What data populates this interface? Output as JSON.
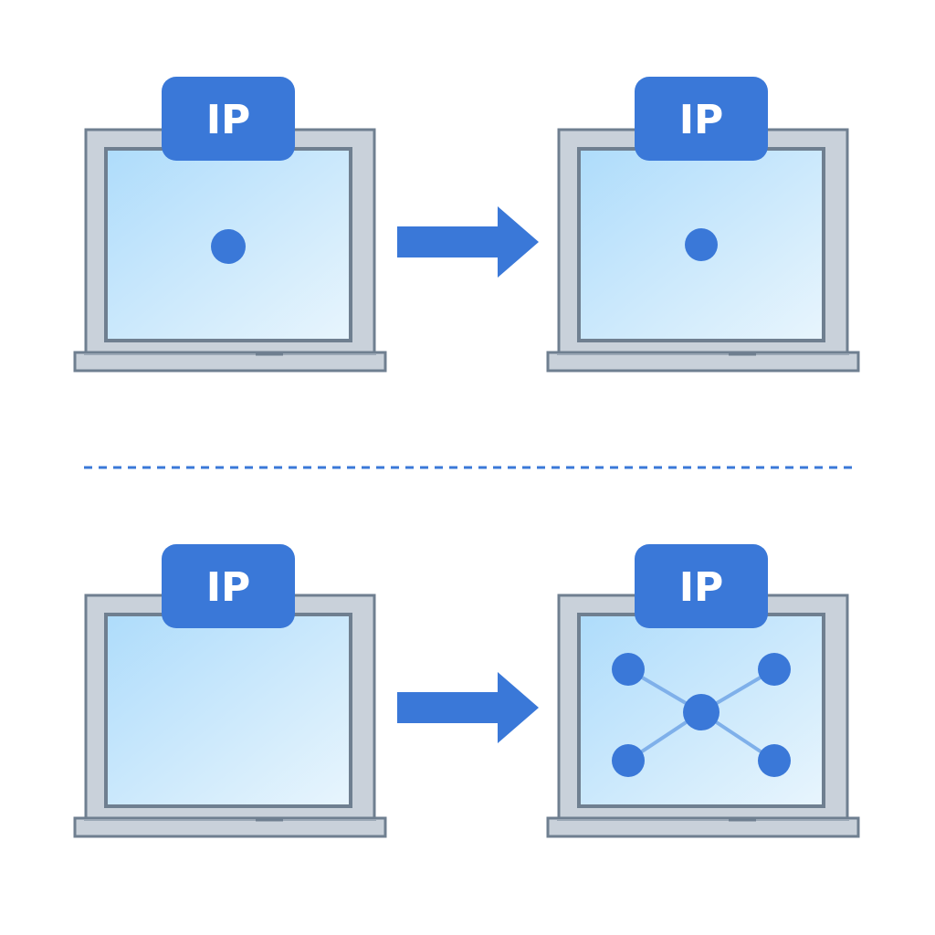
{
  "colors": {
    "accent": "#3a78d8",
    "frame": "#c9d1da",
    "frame_stroke": "#6f7f90",
    "screen_light": "#e8f5fd",
    "screen_dark": "#aedcfb",
    "link_line": "#7fb0ea"
  },
  "badges": {
    "top_left": "IP",
    "top_right": "IP",
    "bottom_left": "IP",
    "bottom_right": "IP"
  },
  "icons": {
    "arrow": "arrow-right-icon",
    "network": "network-star-icon",
    "divider": "dashed-divider"
  }
}
